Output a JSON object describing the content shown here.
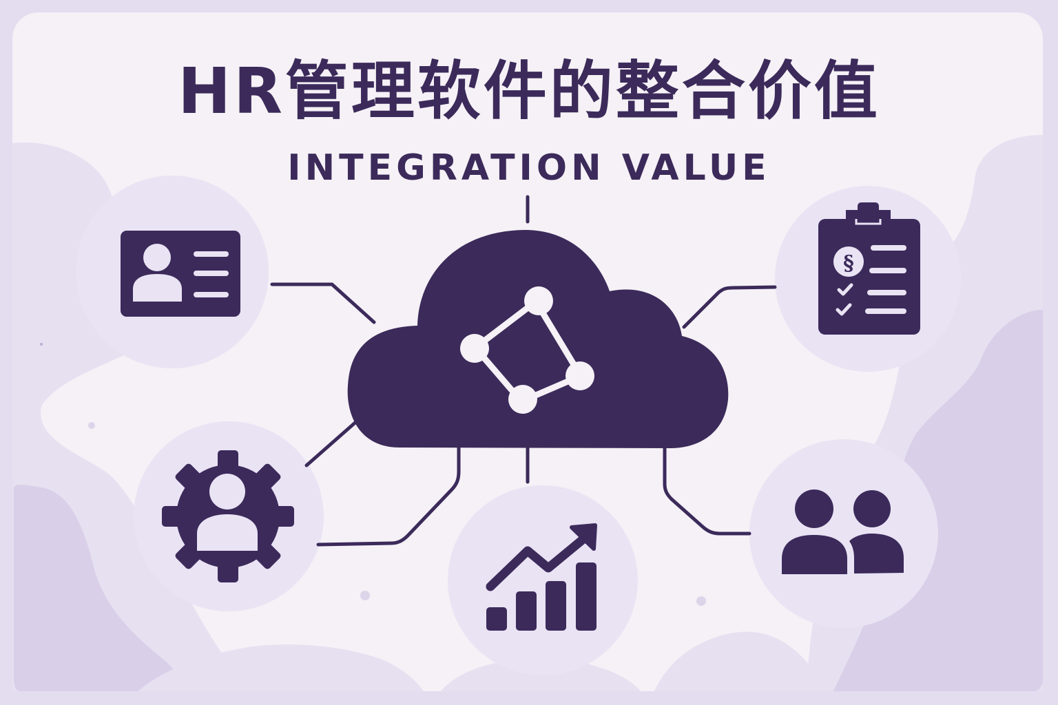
{
  "header": {
    "title": "HR管理软件的整合价值",
    "subtitle": "INTEGRATION VALUE"
  },
  "colors": {
    "outer_background": "#e4ddf0",
    "panel": "#f5f1f6",
    "blob_light": "#e6e0f1",
    "blob_mid": "#d9cfe8",
    "node_circle": "#e9e3f4",
    "ink": "#3b2a5a",
    "dot": "#dcd5ea"
  },
  "diagram": {
    "hub": {
      "icon": "cloud-network-icon"
    },
    "nodes": [
      {
        "id": "employee-profile",
        "icon": "id-card-icon",
        "position": "top-left"
      },
      {
        "id": "checklist",
        "icon": "clipboard-checklist-icon",
        "position": "top-right"
      },
      {
        "id": "hr-settings",
        "icon": "gear-user-icon",
        "position": "bottom-left"
      },
      {
        "id": "growth-analytics",
        "icon": "bar-chart-growth-icon",
        "position": "bottom-center"
      },
      {
        "id": "team",
        "icon": "users-group-icon",
        "position": "bottom-right"
      }
    ]
  }
}
